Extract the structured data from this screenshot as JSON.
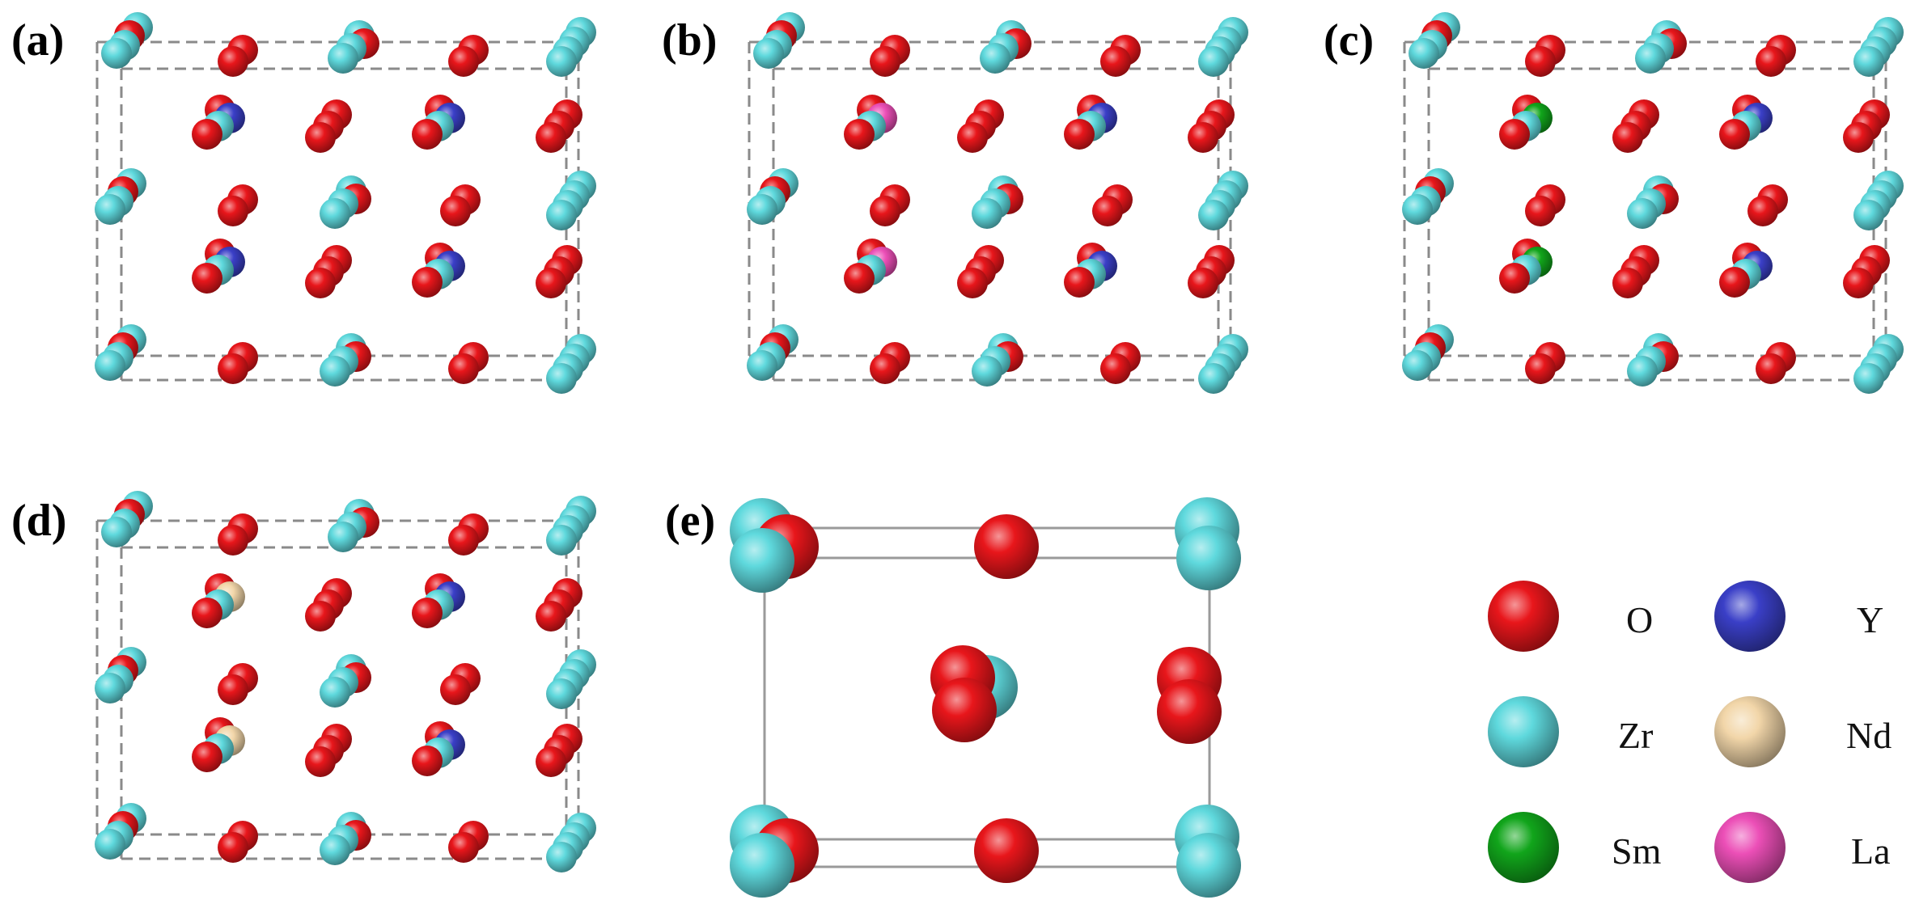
{
  "panels": [
    {
      "id": "a",
      "label": "(a)",
      "dopant_sites": [
        "Y",
        "Y"
      ],
      "dopant_sites_2": [
        "Y",
        "Y"
      ]
    },
    {
      "id": "b",
      "label": "(b)",
      "dopant_sites": [
        "La",
        "Y"
      ],
      "dopant_sites_2": [
        "La",
        "Y"
      ]
    },
    {
      "id": "c",
      "label": "(c)",
      "dopant_sites": [
        "Sm",
        "Y"
      ],
      "dopant_sites_2": [
        "Sm",
        "Y"
      ]
    },
    {
      "id": "d",
      "label": "(d)",
      "dopant_sites": [
        "Nd",
        "Y"
      ],
      "dopant_sites_2": [
        "Nd",
        "Y"
      ]
    },
    {
      "id": "e",
      "label": "(e)"
    }
  ],
  "legend": [
    {
      "element": "O",
      "label": "O",
      "color": "#e8161b"
    },
    {
      "element": "Y",
      "label": "Y",
      "color": "#3a3fc7"
    },
    {
      "element": "Zr",
      "label": "Zr",
      "color": "#5fd9dd"
    },
    {
      "element": "Nd",
      "label": "Nd",
      "color": "#f2d6a9"
    },
    {
      "element": "Sm",
      "label": "Sm",
      "color": "#11a51b"
    },
    {
      "element": "La",
      "label": "La",
      "color": "#ec4fb7"
    }
  ],
  "colors": {
    "O": "#e8161b",
    "Zr": "#5fd9dd",
    "Y": "#3a3fc7",
    "La": "#ec4fb7",
    "Sm": "#11a51b",
    "Nd": "#f2d6a9",
    "cell_line_dashed": "#8a8a8a",
    "cell_line_solid": "#9a9a9a"
  }
}
